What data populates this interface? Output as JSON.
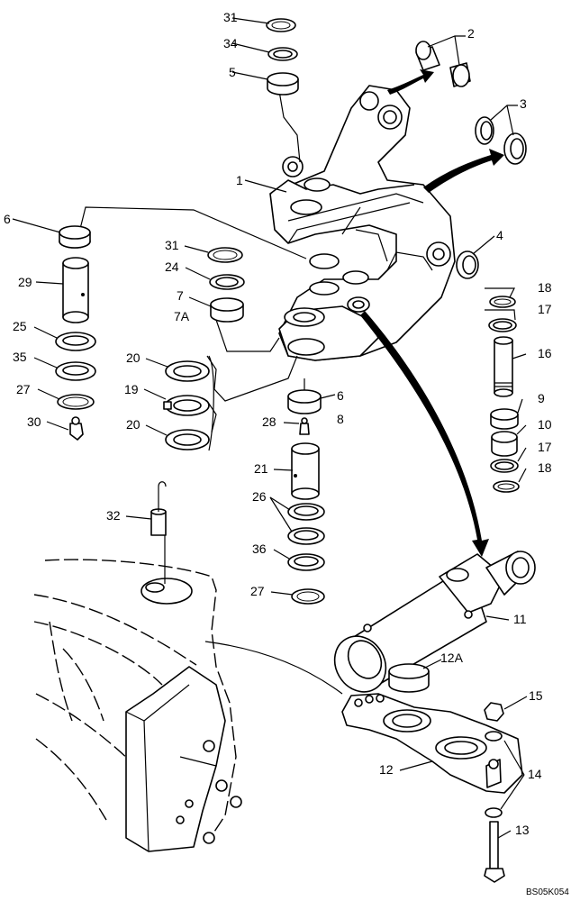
{
  "diagram": {
    "code": "BS05K054",
    "callouts": {
      "c1": "1",
      "c2": "2",
      "c3": "3",
      "c4": "4",
      "c5": "5",
      "c6": "6",
      "c7": "7",
      "c7a": "7A",
      "c8": "8",
      "c9": "9",
      "c10": "10",
      "c11": "11",
      "c12": "12",
      "c12a": "12A",
      "c13": "13",
      "c14": "14",
      "c15": "15",
      "c16": "16",
      "c17": "17",
      "c18": "18",
      "c19": "19",
      "c20": "20",
      "c21": "21",
      "c24": "24",
      "c25": "25",
      "c26": "26",
      "c27": "27",
      "c28": "28",
      "c29": "29",
      "c30": "30",
      "c31": "31",
      "c32": "32",
      "c34": "34",
      "c35": "35",
      "c36": "36"
    }
  }
}
